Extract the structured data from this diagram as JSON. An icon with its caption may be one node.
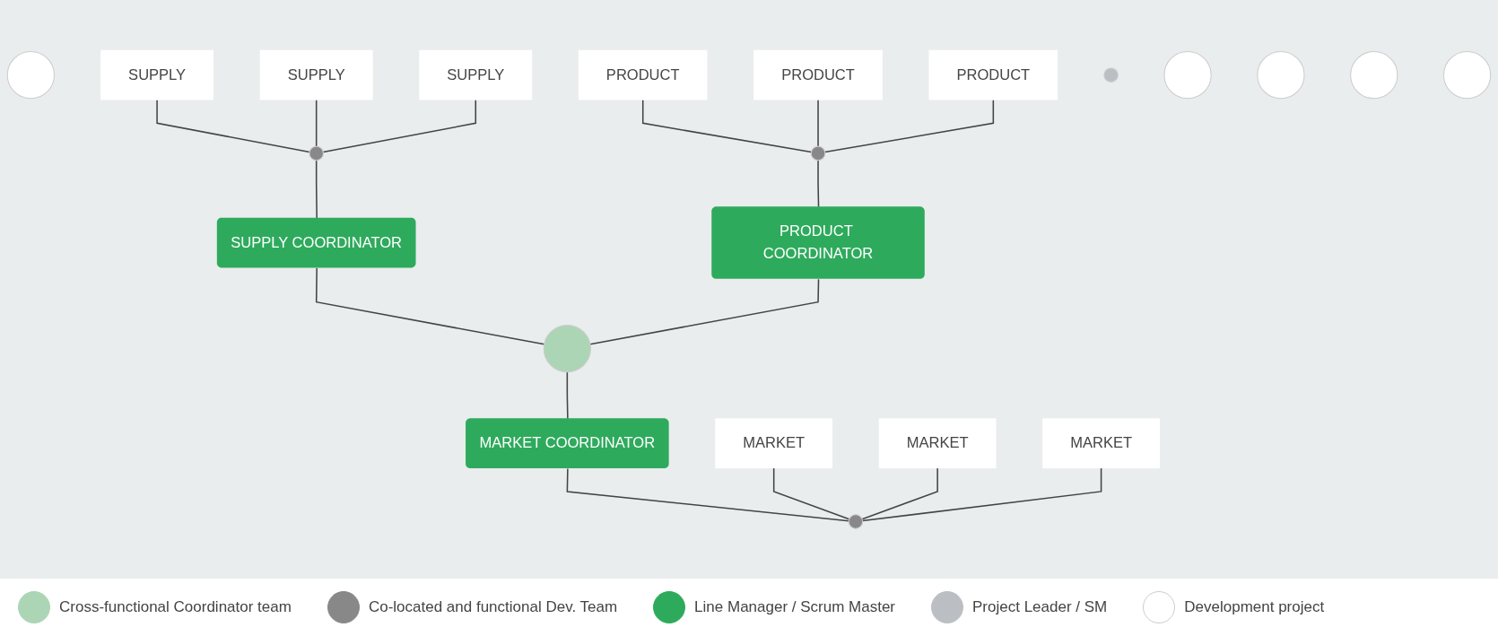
{
  "diagram": {
    "nodes": [
      {
        "text": [],
        "shape": "circle"
      },
      {
        "text": [
          "SUPPLY"
        ]
      },
      {
        "text": [
          "SUPPLY"
        ]
      },
      {
        "text": [
          "SUPPLY"
        ]
      },
      {
        "text": [],
        "shape": "circle"
      },
      {
        "text": [
          "PRODUCT"
        ]
      },
      {
        "text": [
          "PRODUCT"
        ]
      },
      {
        "text": [
          "PRODUCT"
        ]
      },
      {
        "text": [],
        "shape": "circle"
      },
      {
        "text": [
          "SUPPLY COORDINATOR"
        ]
      },
      {
        "text": [],
        "shape": "circle"
      },
      {
        "text": [],
        "shape": "circle"
      },
      {
        "text": [
          "PRODUCT COORDINATOR"
        ]
      },
      {
        "text": [
          "MARKET COORDINATOR"
        ]
      },
      {
        "text": [
          "MARKET"
        ]
      },
      {
        "text": [
          "MARKET"
        ]
      },
      {
        "text": [
          "MARKET"
        ]
      },
      {
        "text": [],
        "shape": "circle"
      },
      {
        "text": [],
        "shape": "circle"
      },
      {
        "text": [],
        "shape": "circle"
      },
      {
        "text": [],
        "shape": "circle"
      },
      {
        "text": [],
        "shape": "circle"
      }
    ],
    "edges": [
      {
        "from": 1,
        "to": 4,
        "arrow": "none"
      },
      {
        "from": 2,
        "to": 4,
        "arrow": "none"
      },
      {
        "from": 3,
        "to": 4,
        "arrow": "none"
      },
      {
        "from": 4,
        "to": 9,
        "arrow": "none"
      },
      {
        "from": 9,
        "to": 10,
        "arrow": "none"
      },
      {
        "from": 5,
        "to": 8,
        "arrow": "none"
      },
      {
        "from": 6,
        "to": 8,
        "arrow": "none"
      },
      {
        "from": 7,
        "to": 8,
        "arrow": "none"
      },
      {
        "from": 8,
        "to": 12,
        "arrow": "none"
      },
      {
        "from": 12,
        "to": 10,
        "arrow": "none"
      },
      {
        "from": 10,
        "to": 13,
        "arrow": "none"
      },
      {
        "from": 13,
        "to": 17,
        "arrow": "none"
      },
      {
        "from": 14,
        "to": 17,
        "arrow": "none"
      },
      {
        "from": 15,
        "to": 17,
        "arrow": "none"
      },
      {
        "from": 16,
        "to": 17,
        "arrow": "none"
      }
    ],
    "legend": [
      {
        "text": "Cross-functional Coordinator team",
        "color": "#acd5b5"
      },
      {
        "text": "Co-located and functional Dev. Team",
        "color": "#888888"
      },
      {
        "text": "Line Manager / Scrum Master",
        "color": "#2eaa5c"
      },
      {
        "text": "Project Leader / SM",
        "color": "#bbbfc3"
      },
      {
        "text": "Development project"
      }
    ]
  }
}
